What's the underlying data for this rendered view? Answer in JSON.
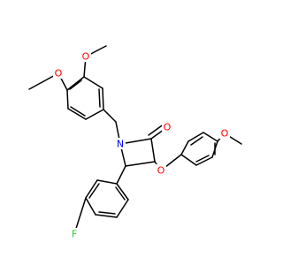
{
  "diagram": {
    "atoms": [
      {
        "id": "O_me1",
        "text": "O",
        "color": "#ff0000"
      },
      {
        "id": "O_me2",
        "text": "O",
        "color": "#ff0000"
      },
      {
        "id": "N1",
        "text": "N",
        "color": "#0000ff"
      },
      {
        "id": "O_co",
        "text": "O",
        "color": "#ff0000"
      },
      {
        "id": "O_eth",
        "text": "O",
        "color": "#ff0000"
      },
      {
        "id": "O_me3",
        "text": "O",
        "color": "#ff0000"
      },
      {
        "id": "F1",
        "text": "F",
        "color": "#33cc33"
      }
    ],
    "bond_color": "#000000"
  }
}
